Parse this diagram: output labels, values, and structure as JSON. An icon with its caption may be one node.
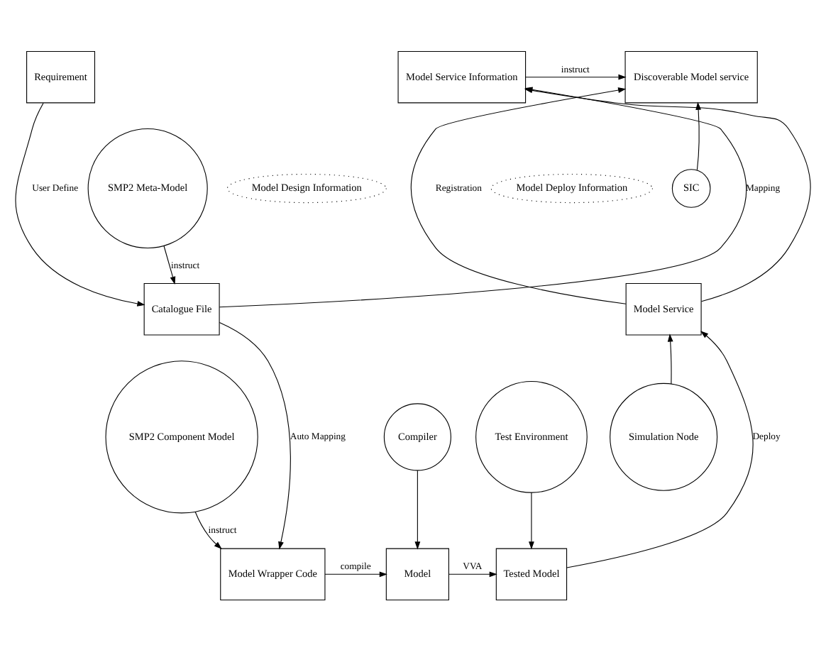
{
  "diagram": {
    "nodes": [
      {
        "text": [
          "Requirement"
        ]
      },
      {
        "text": [
          "Model Service Information"
        ]
      },
      {
        "text": [
          "Discoverable Model service"
        ]
      },
      {
        "text": [
          "SMP2 Meta-Model"
        ]
      },
      {
        "text": [
          "Model Design Information"
        ]
      },
      {
        "text": [
          "Model Deploy Information"
        ]
      },
      {
        "text": [
          "SIC"
        ]
      },
      {
        "text": [
          "Catalogue File"
        ]
      },
      {
        "text": [
          "Model Service"
        ]
      },
      {
        "text": [
          "SMP2 Component Model"
        ]
      },
      {
        "text": [
          "Compiler"
        ]
      },
      {
        "text": [
          "Test Environment"
        ]
      },
      {
        "text": [
          "Simulation Node"
        ]
      },
      {
        "text": [
          "Model Wrapper Code"
        ]
      },
      {
        "text": [
          "Model"
        ]
      },
      {
        "text": [
          "Tested Model"
        ]
      }
    ],
    "edges": [
      {
        "from": 0,
        "to": 7,
        "arrow": "to",
        "label": "User Define"
      },
      {
        "from": 3,
        "to": 7,
        "arrow": "to",
        "label": "instruct"
      },
      {
        "from": 7,
        "to": 1,
        "arrow": "to",
        "label": "Mapping"
      },
      {
        "from": 8,
        "to": 1,
        "arrow": "to"
      },
      {
        "from": 1,
        "to": 2,
        "arrow": "to",
        "label": "instruct"
      },
      {
        "from": 8,
        "to": 2,
        "arrow": "to",
        "label": "Registration"
      },
      {
        "from": 6,
        "to": 2,
        "arrow": "to"
      },
      {
        "from": 7,
        "to": 13,
        "arrow": "to",
        "label": "Auto Mapping"
      },
      {
        "from": 9,
        "to": 13,
        "arrow": "to",
        "label": "instruct"
      },
      {
        "from": 13,
        "to": 14,
        "arrow": "to",
        "label": "compile"
      },
      {
        "from": 10,
        "to": 14,
        "arrow": "to"
      },
      {
        "from": 14,
        "to": 15,
        "arrow": "to",
        "label": "VVA"
      },
      {
        "from": 11,
        "to": 15,
        "arrow": "to"
      },
      {
        "from": 15,
        "to": 8,
        "arrow": "to",
        "label": "Deploy"
      },
      {
        "from": 12,
        "to": 8,
        "arrow": "to"
      }
    ]
  }
}
